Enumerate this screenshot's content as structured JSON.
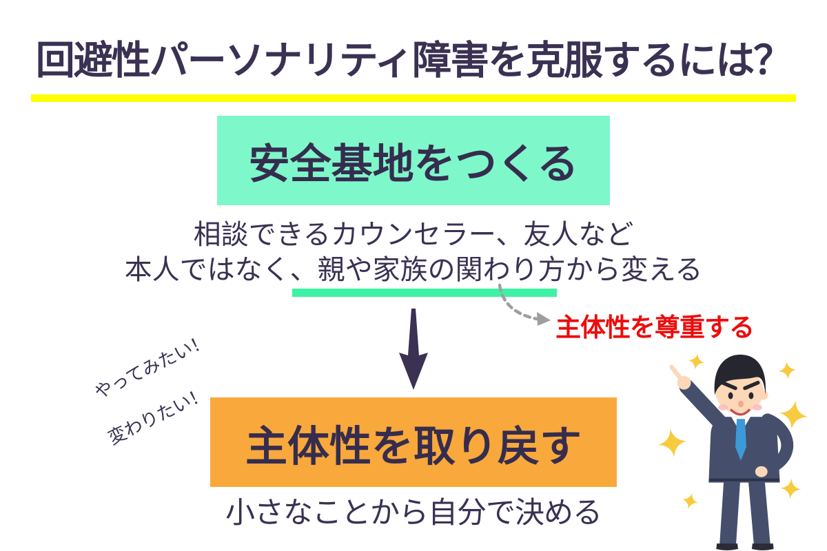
{
  "header": {
    "title": "回避性パーソナリティ障害を克服するには？",
    "title_color": "#3A3153",
    "underline_color": "#FFFF00"
  },
  "step1": {
    "box_label": "安全基地をつくる",
    "box_color": "#7EF7CA",
    "description_line1": "相談できるカウンセラー、友人など",
    "description_line2": "本人ではなく、親や家族の関わり方から変える",
    "highlight_underline_color": "#3DF2A4"
  },
  "annotation": {
    "text": "主体性を尊重する",
    "text_color": "#EC0D0D",
    "arrow_color": "#9E9E9E"
  },
  "flow": {
    "down_arrow_color": "#3A3153"
  },
  "motivation_notes": {
    "note1": "やってみたい！",
    "note2": "変わりたい！"
  },
  "step2": {
    "box_label": "主体性を取り戻す",
    "box_color": "#F9A83C",
    "description": "小さなことから自分で決める"
  },
  "illustration": {
    "name": "pointing-businessman-with-sparkles",
    "sparkle_color": "#F8CA3D",
    "suit_color": "#454F6B",
    "pants_hem_color": "#2B3148",
    "shoe_color": "#2B2B35",
    "tie_color": "#3D9AD8",
    "shirt_color": "#FFFFFF",
    "skin_color": "#FCD8B9",
    "hair_color": "#26262E",
    "cheek_color": "#F8BEBE",
    "mouth_color": "#C94A52",
    "nose_color": "#F4A98C"
  }
}
